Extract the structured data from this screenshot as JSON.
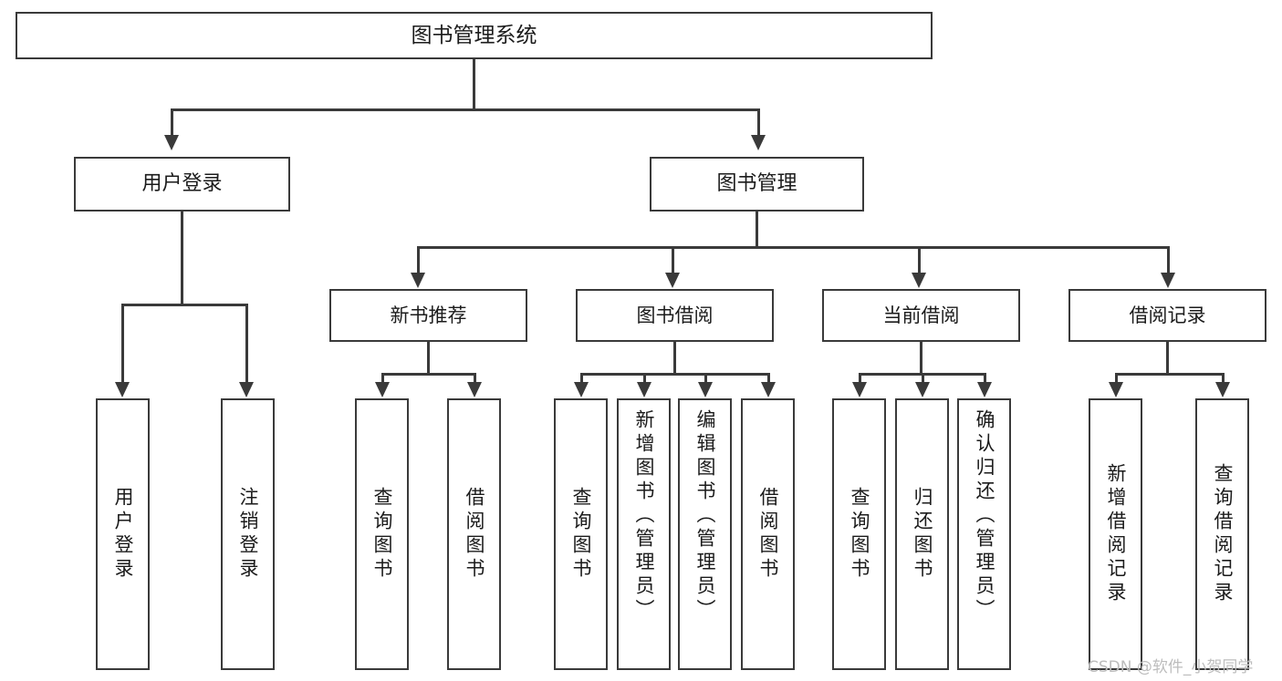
{
  "diagram": {
    "title": "图书管理系统",
    "type": "tree",
    "root": {
      "label": "图书管理系统"
    },
    "level2": [
      {
        "label": "用户登录"
      },
      {
        "label": "图书管理"
      }
    ],
    "level3": [
      {
        "label": "新书推荐"
      },
      {
        "label": "图书借阅"
      },
      {
        "label": "当前借阅"
      },
      {
        "label": "借阅记录"
      }
    ],
    "leaves": {
      "user_login": [
        {
          "label": "用户登录"
        },
        {
          "label": "注销登录"
        }
      ],
      "new_book_recommend": [
        {
          "label": "查询图书"
        },
        {
          "label": "借阅图书"
        }
      ],
      "book_borrow": [
        {
          "label": "查询图书"
        },
        {
          "label": "新增图书（管理员）"
        },
        {
          "label": "编辑图书（管理员）"
        },
        {
          "label": "借阅图书"
        }
      ],
      "current_borrow": [
        {
          "label": "查询图书"
        },
        {
          "label": "归还图书"
        },
        {
          "label": "确认归还（管理员）"
        }
      ],
      "borrow_record": [
        {
          "label": "新增借阅记录"
        },
        {
          "label": "查询借阅记录"
        }
      ]
    }
  },
  "watermark": {
    "text": "CSDN @软件_小贺同学"
  },
  "colors": {
    "stroke": "#3a3a3a",
    "background": "#ffffff",
    "text": "#1b1b1b",
    "watermark": "#bdbdbd"
  }
}
